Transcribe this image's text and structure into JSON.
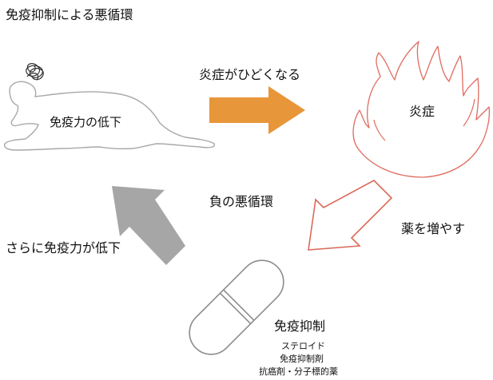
{
  "title": "免疫抑制による悪循環",
  "nodes": {
    "low_immunity": "免疫力の低下",
    "inflammation": "炎症",
    "immunosuppression": {
      "label": "免疫抑制",
      "drugs": [
        "ステロイド",
        "免疫抑制剤",
        "抗癌剤・分子標的薬"
      ]
    }
  },
  "transitions": {
    "worsen_inflammation": "炎症がひどくなる",
    "increase_drugs": "薬を増やす",
    "further_decline": "さらに免疫力が低下"
  },
  "cycle_label": "負の悪循環",
  "colors": {
    "arrow_orange": "#e8963a",
    "arrow_red_outline": "#d96a5a",
    "arrow_gray": "#a6a6a6",
    "flame_outline": "#e06b60",
    "figure_outline": "#a8a8a8",
    "pill_outline": "#8c8c8c"
  },
  "icons": [
    "tangled-scribble-icon",
    "lying-person-icon",
    "flame-icon",
    "capsule-pill-icon"
  ]
}
